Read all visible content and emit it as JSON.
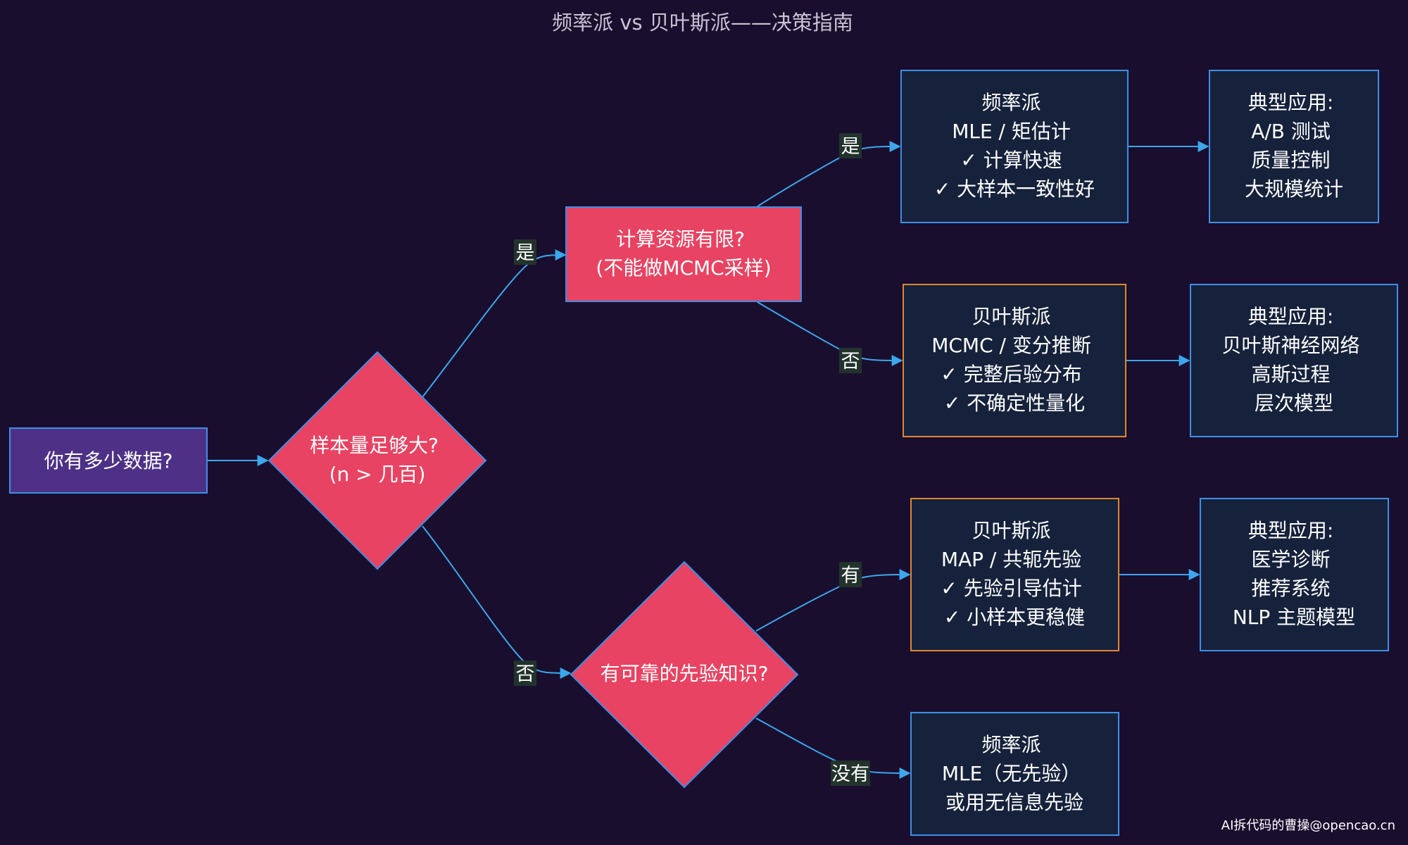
{
  "title": "频率派 vs 贝叶斯派——决策指南",
  "watermark": "AI拆代码的曹操@opencao.cn",
  "colors": {
    "background": "#1a0e2e",
    "start_fill": "#4e3186",
    "decision_fill": "#e84362",
    "node_fill": "#16223b",
    "blue_border": "#3d8fe8",
    "orange_border": "#e0852f",
    "edge": "#3ca7ec"
  },
  "nodes": {
    "start": {
      "lines": [
        "你有多少数据?"
      ]
    },
    "d_size": {
      "lines": [
        "样本量足够大?",
        "(n > 几百)"
      ]
    },
    "d_compute": {
      "lines": [
        "计算资源有限?",
        "(不能做MCMC采样)"
      ]
    },
    "d_prior": {
      "lines": [
        "有可靠的先验知识?"
      ]
    },
    "freq1": {
      "lines": [
        "频率派",
        "MLE / 矩估计",
        "✓ 计算快速",
        "✓ 大样本一致性好"
      ]
    },
    "bayes1": {
      "lines": [
        "贝叶斯派",
        "MCMC / 变分推断",
        "✓ 完整后验分布",
        "✓ 不确定性量化"
      ]
    },
    "bayes2": {
      "lines": [
        "贝叶斯派",
        "MAP / 共轭先验",
        "✓ 先验引导估计",
        "✓ 小样本更稳健"
      ]
    },
    "freq2": {
      "lines": [
        "频率派",
        "MLE（无先验）",
        "或用无信息先验"
      ]
    },
    "app1": {
      "lines": [
        "典型应用:",
        "A/B 测试",
        "质量控制",
        "大规模统计"
      ]
    },
    "app2": {
      "lines": [
        "典型应用:",
        "贝叶斯神经网络",
        "高斯过程",
        "层次模型"
      ]
    },
    "app3": {
      "lines": [
        "典型应用:",
        "医学诊断",
        "推荐系统",
        "NLP 主题模型"
      ]
    }
  },
  "edge_labels": {
    "size_yes": "是",
    "size_no": "否",
    "compute_yes": "是",
    "compute_no": "否",
    "prior_yes": "有",
    "prior_no": "没有"
  }
}
